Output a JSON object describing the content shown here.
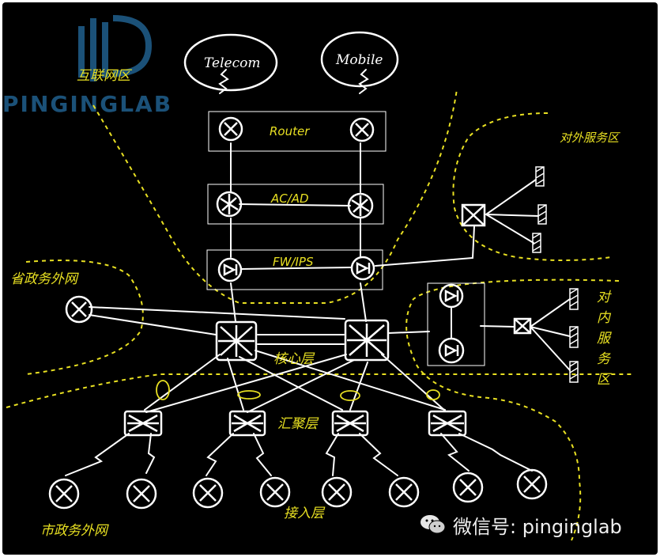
{
  "watermark": {
    "brand": "PINGINGLAB"
  },
  "clouds": {
    "left": "Telecom",
    "right": "Mobile"
  },
  "layers": {
    "router": "Router",
    "acad": "AC/AD",
    "fwips": "FW/IPS",
    "core": "核心层",
    "aggregation": "汇聚层",
    "access": "接入层"
  },
  "zones": {
    "internet": "互联网区",
    "external_servers": "对外服务区",
    "internal_servers": [
      "对",
      "内",
      "服",
      "务",
      "区"
    ],
    "province_private": "省政务外网",
    "city_private": "市政务外网"
  },
  "footer": {
    "wechat": "微信号: pinginglab"
  },
  "colors": {
    "board": "#000000",
    "line": "#ffffff",
    "annotation": "#e8e022",
    "watermark": "#1f5a86"
  }
}
